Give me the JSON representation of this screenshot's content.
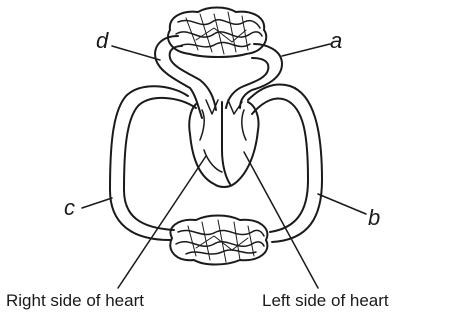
{
  "labels": {
    "d": "d",
    "a": "a",
    "c": "c",
    "b": "b",
    "right_side": "Right side of heart",
    "left_side": "Left side of heart"
  },
  "colors": {
    "ink": "#1a1a1a",
    "paper": "#ffffff"
  }
}
